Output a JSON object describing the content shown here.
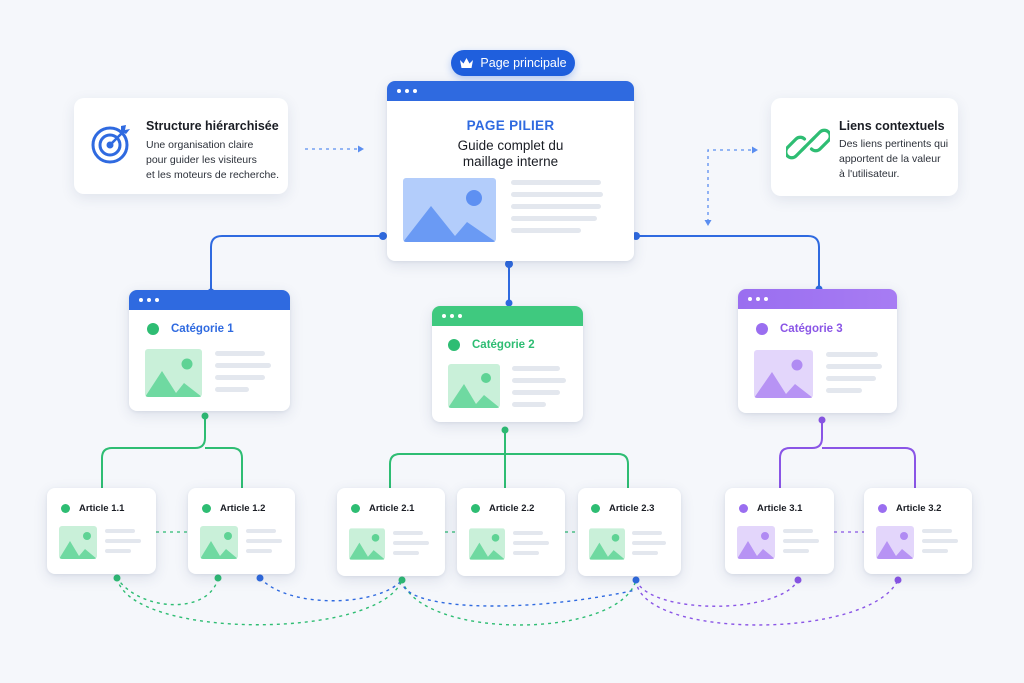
{
  "badge": {
    "label": "Page principale",
    "icon": "crown-icon"
  },
  "pillar": {
    "kicker": "PAGE PILIER",
    "title_line1": "Guide complet du",
    "title_line2": "maillage interne",
    "color": "#2f6ae0"
  },
  "left_info": {
    "title": "Structure hiérarchisée",
    "desc_line1": "Une organisation claire",
    "desc_line2": "pour guider les visiteurs",
    "desc_line3": "et les moteurs de recherche.",
    "icon": "target-icon"
  },
  "right_info": {
    "title": "Liens contextuels",
    "desc_line1": "Des liens pertinents qui",
    "desc_line2": "apportent de la valeur",
    "desc_line3": "à l'utilisateur.",
    "icon": "link-icon"
  },
  "categories": [
    {
      "label": "Catégorie 1",
      "color": "#2f6ae0",
      "accent": "#2ebd73"
    },
    {
      "label": "Catégorie 2",
      "color": "#3fc97f",
      "accent": "#2ebd73"
    },
    {
      "label": "Catégorie 3",
      "color": "#9a6ef0",
      "accent": "#9a6ef0"
    }
  ],
  "articles": [
    {
      "label": "Article 1.1",
      "accent": "#2ebd73"
    },
    {
      "label": "Article 1.2",
      "accent": "#2ebd73"
    },
    {
      "label": "Article 2.1",
      "accent": "#2ebd73"
    },
    {
      "label": "Article 2.2",
      "accent": "#2ebd73"
    },
    {
      "label": "Article 2.3",
      "accent": "#2ebd73"
    },
    {
      "label": "Article 3.1",
      "accent": "#9a6ef0"
    },
    {
      "label": "Article 3.2",
      "accent": "#9a6ef0"
    }
  ],
  "colors": {
    "blue": "#2f6ae0",
    "green": "#2ebd73",
    "purple": "#8a55e6"
  }
}
